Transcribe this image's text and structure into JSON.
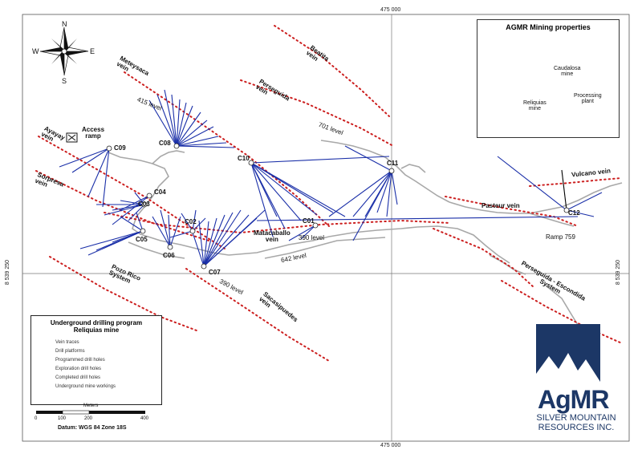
{
  "coords": {
    "top_easting": "475 000",
    "bottom_easting": "475 000",
    "left_northing": "8 539 250",
    "right_northing": "8 539 250"
  },
  "compass": {
    "n": "N",
    "s": "S",
    "e": "E",
    "w": "W"
  },
  "veins": {
    "meteysaca": "Meteysaca\nvein",
    "beatita": "Beatita\nvein",
    "perseguida": "Perseguida\nvein",
    "ayayay": "Ayayay\nvein",
    "sorpresa": "Sorpresa\nvein",
    "pozo_rico": "Pozo Rico\nSystem",
    "matacaballo": "Matacaballo\nvein",
    "sacasijupedes": "Sacasipuedes\nvein",
    "pasteur": "Pasteur vein",
    "vulcano": "Vulcano vein",
    "perseguida_escondida": "Perseguida - Escondida\nSystem"
  },
  "levels": {
    "l415": "415 level",
    "l701": "701 level",
    "l390a": "390 level",
    "l642": "642 level",
    "l390b": "390 level",
    "ramp759": "Ramp 759"
  },
  "access_ramp": "Access\nramp",
  "platforms": [
    "C01",
    "C02",
    "C03",
    "C04",
    "C05",
    "C06",
    "C07",
    "C08",
    "C09",
    "C10",
    "C11",
    "C12"
  ],
  "legend": {
    "title1": "Underground drilling program",
    "title2": "Reliquias mine",
    "items": [
      {
        "label": "Vein traces",
        "color": "#cc1f1f"
      },
      {
        "label": "Drill platforms",
        "color": "#222222"
      },
      {
        "label": "Programmed drill holes",
        "color": "#000000"
      },
      {
        "label": "Exploration drill holes",
        "color": "#b5651d"
      },
      {
        "label": "Completed drill holes",
        "color": "#1f5fbf"
      },
      {
        "label": "Underground mine workings",
        "color": "#bbbbbb"
      }
    ]
  },
  "scale": {
    "label": "Meters",
    "ticks": [
      "0",
      "100",
      "200",
      "400"
    ],
    "datum": "Datum: WGS 84 Zone 18S"
  },
  "inset": {
    "title": "AGMR Mining properties",
    "caudalosa": "Caudalosa\nmine",
    "reliquias": "Reliquias\nmine",
    "processing": "Processing\nplant"
  },
  "logo": {
    "name": "AgMR",
    "line1": "SILVER MOUNTAIN",
    "line2": "RESOURCES INC.",
    "color": "#1c3766"
  }
}
